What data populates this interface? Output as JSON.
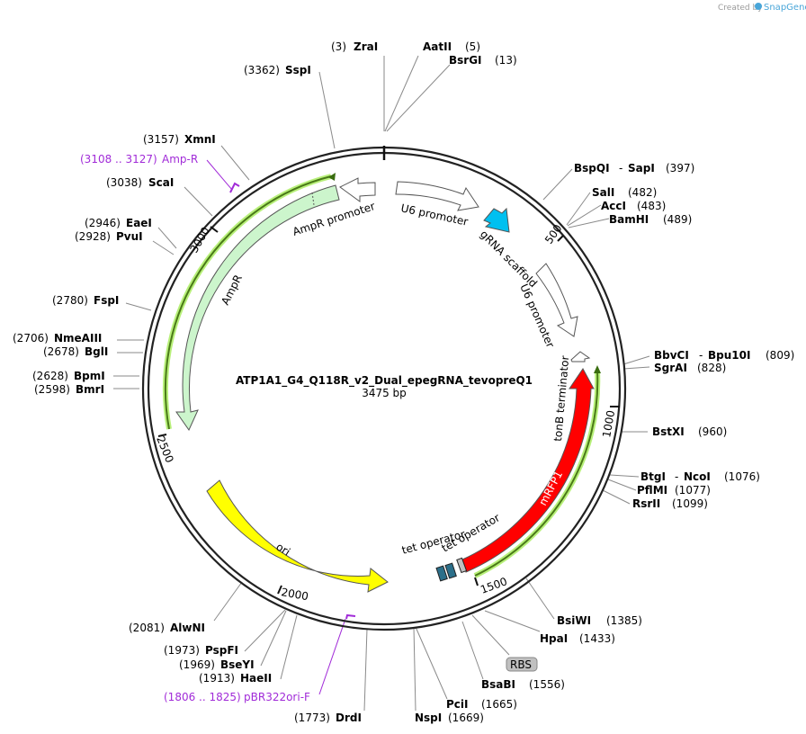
{
  "credit": {
    "prefix": "Created by",
    "brand": "SnapGene"
  },
  "plasmid": {
    "name": "ATP1A1_G4_Q118R_v2_Dual_epegRNA_tevopreQ1",
    "length": 3475,
    "length_label": "3475 bp"
  },
  "ticks": [
    "500",
    "1000",
    "1500",
    "2000",
    "2500",
    "3000"
  ],
  "sites": [
    {
      "name": "ZraI",
      "pos": "(3)"
    },
    {
      "name": "AatII",
      "pos": "(5)"
    },
    {
      "name": "BsrGI",
      "pos": "(13)"
    },
    {
      "name": "SspI",
      "pos": "(3362)"
    },
    {
      "name": "XmnI",
      "pos": "(3157)"
    },
    {
      "name": "ScaI",
      "pos": "(3038)"
    },
    {
      "name": "EaeI",
      "pos": "(2946)"
    },
    {
      "name": "PvuI",
      "pos": "(2928)"
    },
    {
      "name": "FspI",
      "pos": "(2780)"
    },
    {
      "name": "NmeAIII",
      "pos": "(2706)"
    },
    {
      "name": "BglI",
      "pos": "(2678)"
    },
    {
      "name": "BpmI",
      "pos": "(2628)"
    },
    {
      "name": "BmrI",
      "pos": "(2598)"
    },
    {
      "name": "AlwNI",
      "pos": "(2081)"
    },
    {
      "name": "PspFI",
      "pos": "(1973)"
    },
    {
      "name": "BseYI",
      "pos": "(1969)"
    },
    {
      "name": "HaeII",
      "pos": "(1913)"
    },
    {
      "name": "DrdI",
      "pos": "(1773)"
    },
    {
      "name": "NspI",
      "pos": "(1669)"
    },
    {
      "name": "PciI",
      "pos": "(1665)"
    },
    {
      "name": "BsaBI",
      "pos": "(1556)"
    },
    {
      "name": "HpaI",
      "pos": "(1433)"
    },
    {
      "name": "BsiWI",
      "pos": "(1385)"
    },
    {
      "name": "RsrII",
      "pos": "(1099)"
    },
    {
      "name": "PflMI",
      "pos": "(1077)"
    },
    {
      "name": "BtgI",
      "name2": "NcoI",
      "pos": "(1076)"
    },
    {
      "name": "BstXI",
      "pos": "(960)"
    },
    {
      "name": "SgrAI",
      "pos": "(828)"
    },
    {
      "name": "BbvCI",
      "name2": "Bpu10I",
      "pos": "(809)"
    },
    {
      "name": "BamHI",
      "pos": "(489)"
    },
    {
      "name": "AccI",
      "pos": "(483)"
    },
    {
      "name": "SalI",
      "pos": "(482)"
    },
    {
      "name": "BspQI",
      "name2": "SapI",
      "pos": "(397)"
    }
  ],
  "primers": [
    {
      "name": "Amp-R",
      "range": "(3108 .. 3127)"
    },
    {
      "name": "pBR322ori-F",
      "range": "(1806 .. 1825)"
    }
  ],
  "features": [
    {
      "name": "U6 promoter"
    },
    {
      "name": "gRNA scaffold"
    },
    {
      "name": "U6 promoter"
    },
    {
      "name": "tonB terminator"
    },
    {
      "name": "mRFP1"
    },
    {
      "name": "tet operator"
    },
    {
      "name": "tet operator"
    },
    {
      "name": "RBS"
    },
    {
      "name": "ori"
    },
    {
      "name": "AmpR"
    },
    {
      "name": "AmpR promoter"
    }
  ],
  "colors": {
    "backbone": "#222222",
    "ampr_fill": "#ccf5cc",
    "ori_fill": "#ffff00",
    "mrfp_fill": "#ff0000",
    "scaffold_fill": "#00c0f0",
    "tet_fill": "#2b6f8a",
    "primer": "#a12bd8",
    "orf_line": "#4a7a18",
    "orf_glow": "#b8f07a"
  }
}
